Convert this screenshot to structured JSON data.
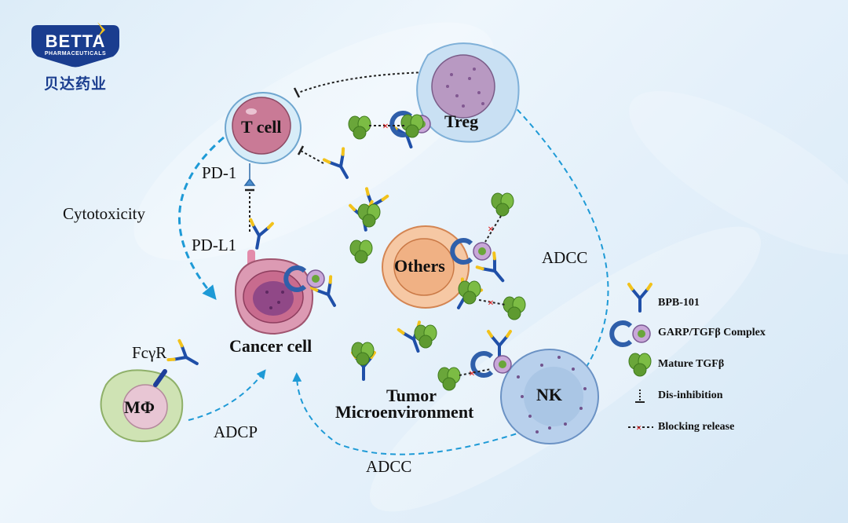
{
  "logo": {
    "brand": "BETTA",
    "sub": "PHARMACEUTICALS",
    "chinese": "贝达药业",
    "color": "#1a3d8f"
  },
  "cells": {
    "t_cell": "T cell",
    "treg": "Treg",
    "others": "Others",
    "cancer_cell": "Cancer cell",
    "macrophage": "MΦ",
    "nk": "NK"
  },
  "labels": {
    "pd1": "PD-1",
    "pdl1": "PD-L1",
    "cytotoxicity": "Cytotoxicity",
    "fcgr": "FcγR",
    "adcp": "ADCP",
    "adcc_right": "ADCC",
    "adcc_bottom": "ADCC",
    "tme_line1": "Tumor",
    "tme_line2": "Microenvironment"
  },
  "legend": [
    {
      "icon": "antibody-icon",
      "label": "BPB-101"
    },
    {
      "icon": "garp-complex-icon",
      "label": "GARP/TGFβ Complex"
    },
    {
      "icon": "tgfb-icon",
      "label": "Mature TGFβ"
    },
    {
      "icon": "inhibition-icon",
      "label": "Dis-inhibition"
    },
    {
      "icon": "blocking-icon",
      "label": "Blocking release"
    }
  ],
  "colors": {
    "arrow": "#1e9ad6",
    "antibody_blue": "#1f4fa8",
    "antibody_yellow": "#f2c21b",
    "tgfb_green": "#6aa63a",
    "block_red": "#e02020",
    "t_cell": "#c97a96",
    "treg": "#b7d6ef",
    "others": "#f0b184",
    "cancer": "#c86b8e",
    "nk": "#a9c4e4",
    "macrophage": "#b8d49a"
  }
}
